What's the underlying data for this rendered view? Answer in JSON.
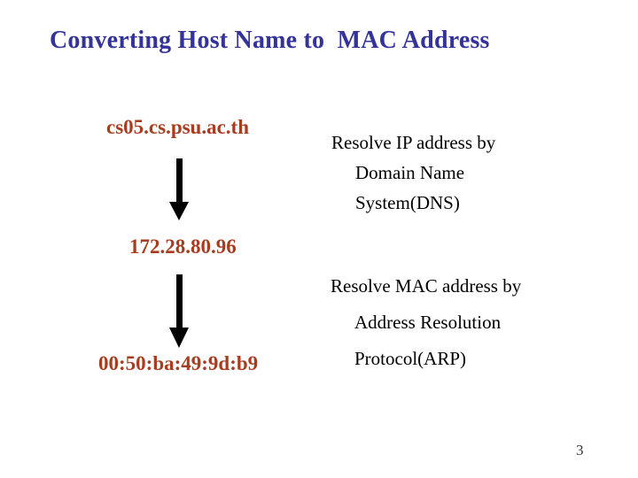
{
  "slide": {
    "title": "Converting Host Name to  MAC Address",
    "page_number": "3",
    "flow": {
      "host_name": "cs05.cs.psu.ac.th",
      "ip_address": "172.28.80.96",
      "mac_address": "00:50:ba:49:9d:b9"
    },
    "notes": {
      "dns": {
        "line1": "Resolve IP address by",
        "line2": "Domain Name",
        "line3": "System(DNS)"
      },
      "arp": {
        "line1": "Resolve MAC address by",
        "line2": "Address Resolution",
        "line3": "Protocol(ARP)"
      }
    },
    "icons": {
      "down_arrow": "▼"
    },
    "colors": {
      "title": "#333399",
      "address_text": "#a93b1e",
      "body_text": "#000000",
      "arrow": "#000000",
      "background": "#ffffff"
    }
  }
}
